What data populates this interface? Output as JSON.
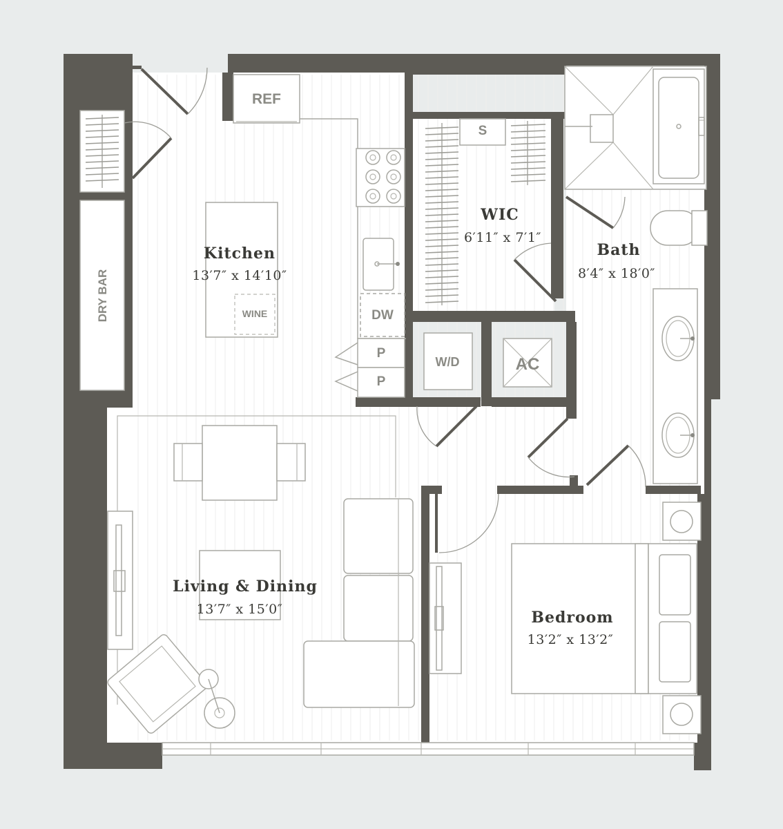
{
  "rooms": {
    "kitchen": {
      "name": "Kitchen",
      "dims": "13′7″ x 14′10″"
    },
    "wic": {
      "name": "WIC",
      "dims": "6′11″ x 7′1″"
    },
    "bath": {
      "name": "Bath",
      "dims": "8′4″ x 18′0″"
    },
    "living_dining": {
      "name": "Living & Dining",
      "dims": "13′7″ x 15′0″"
    },
    "bedroom": {
      "name": "Bedroom",
      "dims": "13′2″ x 13′2″"
    }
  },
  "fixtures": {
    "ref": "REF",
    "shelf": "S",
    "dw": "DW",
    "wine": "WINE",
    "pantry_1": "P",
    "pantry_2": "P",
    "washer_dryer": "W/D",
    "ac": "AC",
    "dry_bar": "DRY BAR"
  },
  "colors": {
    "background": "#e9ecec",
    "walls": "#5d5b55",
    "floor": "#ffffff",
    "fixture_lines": "#a9a9a3",
    "text": "#3a3a36",
    "fixture_text": "#8a8a84"
  }
}
